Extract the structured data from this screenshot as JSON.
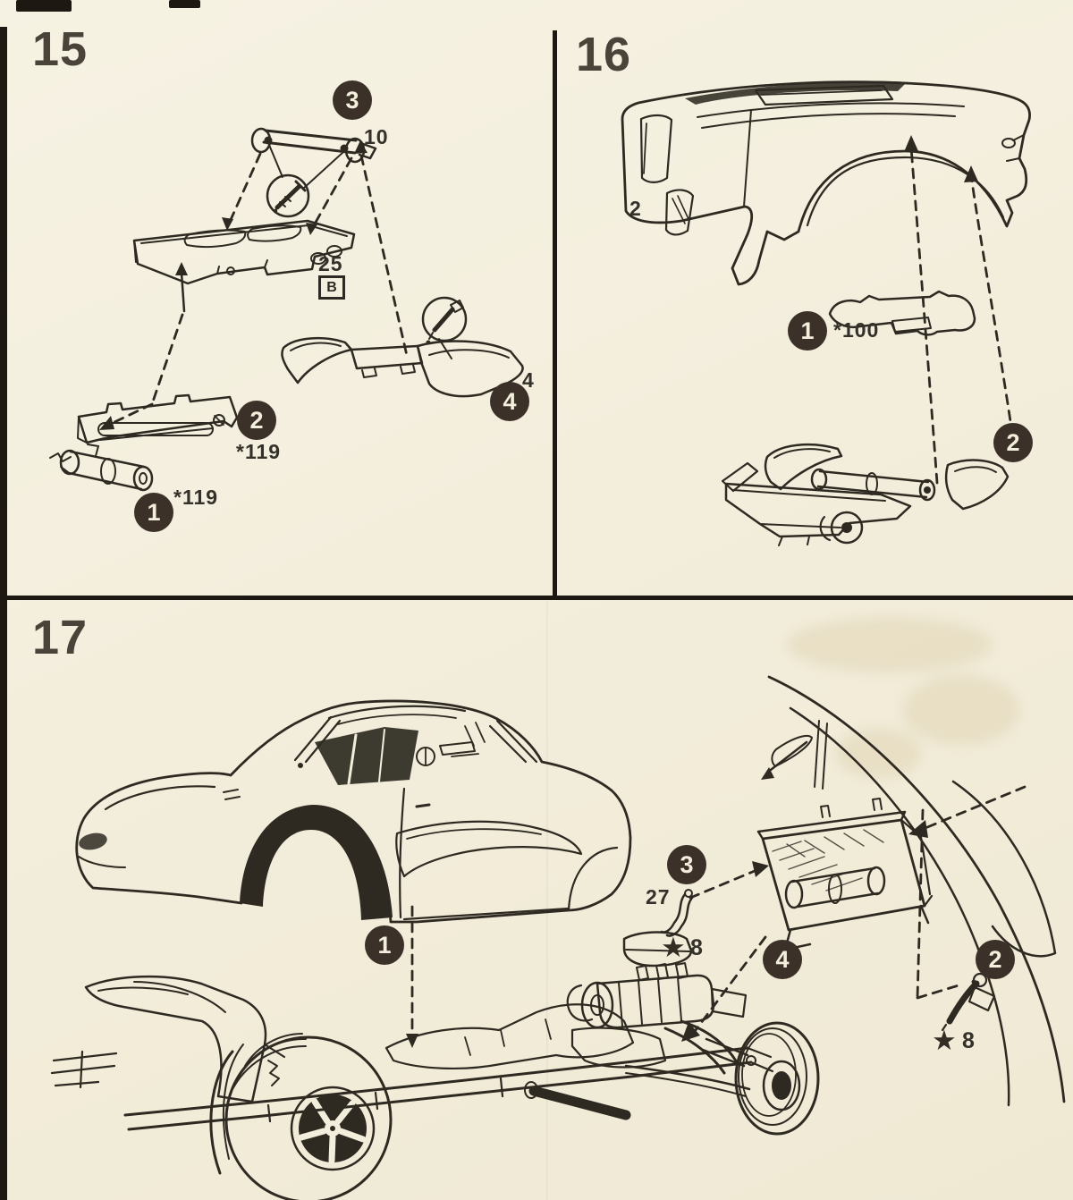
{
  "document": {
    "type": "model kit assembly instruction sheet",
    "paper_color": "#f3eedc",
    "ink_color": "#2e2a22",
    "badge_color": "#3c3128",
    "badge_text_color": "#f4efdd"
  },
  "steps": {
    "s15": {
      "number": "15",
      "badges": {
        "b1": "1",
        "b2": "2",
        "b3": "3",
        "b4": "4"
      },
      "labels": {
        "part10": "10",
        "part25": "25",
        "sprue": "B",
        "qty119a": "*119",
        "qty119b": "*119",
        "part4": "4"
      }
    },
    "s16": {
      "number": "16",
      "badges": {
        "b1": "1",
        "b2": "2"
      },
      "labels": {
        "part2": "2",
        "qty100": "*100"
      }
    },
    "s17": {
      "number": "17",
      "badges": {
        "b1": "1",
        "b2": "2",
        "b3": "3",
        "b4": "4"
      },
      "labels": {
        "part27": "27",
        "star_a": "★",
        "qty8a": "8",
        "star_b": "★",
        "qty8b": "8"
      }
    }
  }
}
